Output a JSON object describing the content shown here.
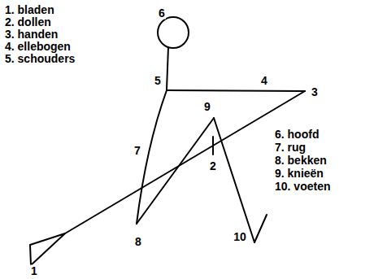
{
  "diagram": {
    "labels": [
      "1. bladen",
      "2. dollen",
      "3. handen",
      "4. ellebogen",
      "5. schouders",
      "6. hoofd",
      "7. rug",
      "8. bekken",
      "9. knieën",
      "10. voeten",
      "6",
      "5",
      "4",
      "3",
      "9",
      "7",
      "2",
      "8",
      "10",
      "1"
    ]
  }
}
